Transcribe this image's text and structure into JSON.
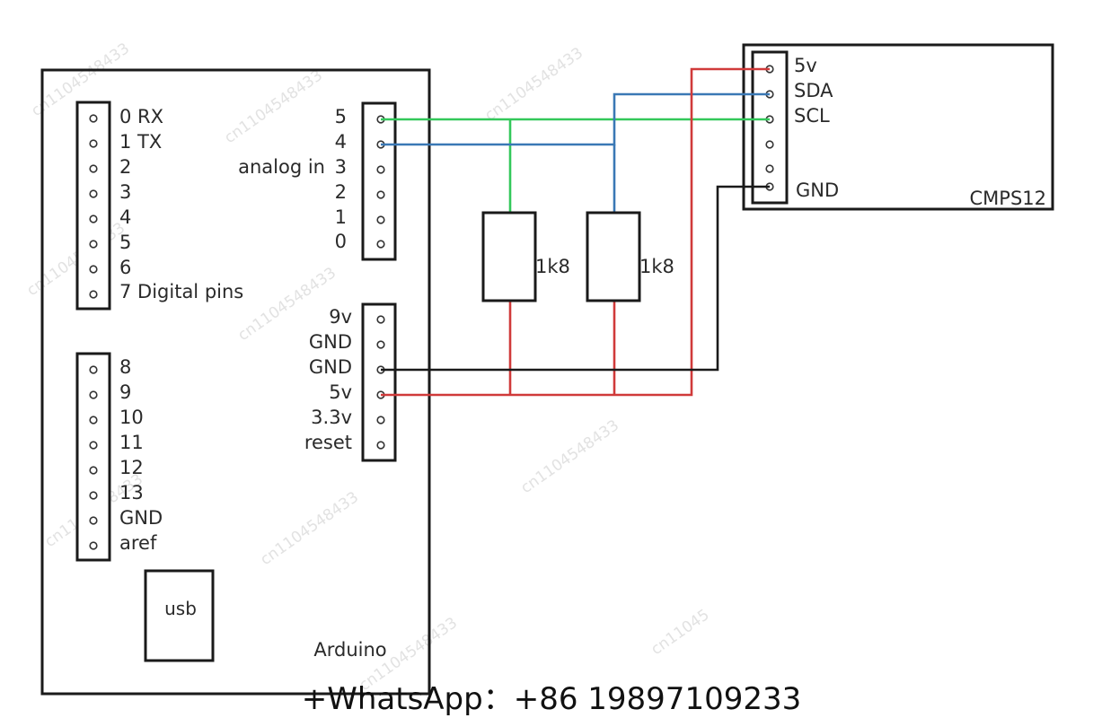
{
  "colors": {
    "sda_wire": "#3a78b5",
    "scl_wire": "#33c85a",
    "power_wire": "#d03a3a",
    "ground_wire": "#1a1a1a",
    "outline": "#1a1a1a",
    "watermark": "#e2e2e2"
  },
  "arduino": {
    "name": "Arduino",
    "usb_label": "usb",
    "digital_labels_top": [
      "0 RX",
      "1 TX",
      "2",
      "3",
      "4",
      "5",
      "6",
      "7 Digital pins"
    ],
    "digital_labels_bottom": [
      "8",
      "9",
      "10",
      "11",
      "12",
      "13",
      "GND",
      "aref"
    ],
    "analog_labels": [
      "5",
      "4",
      "3",
      "2",
      "1",
      "0"
    ],
    "analog_title": "analog in",
    "power_labels": [
      "9v",
      "GND",
      "GND",
      "5v",
      "3.3v",
      "reset"
    ]
  },
  "resistors": [
    {
      "label": "1k8"
    },
    {
      "label": "1k8"
    }
  ],
  "module": {
    "name": "CMPS12",
    "pin_labels": [
      "5v",
      "SDA",
      "SCL",
      "",
      "",
      "GND"
    ]
  },
  "watermark_text": "cn1104548433",
  "watermark_text_short": "cn11045",
  "footer_text": "+WhatsApp：+86 19897109233"
}
